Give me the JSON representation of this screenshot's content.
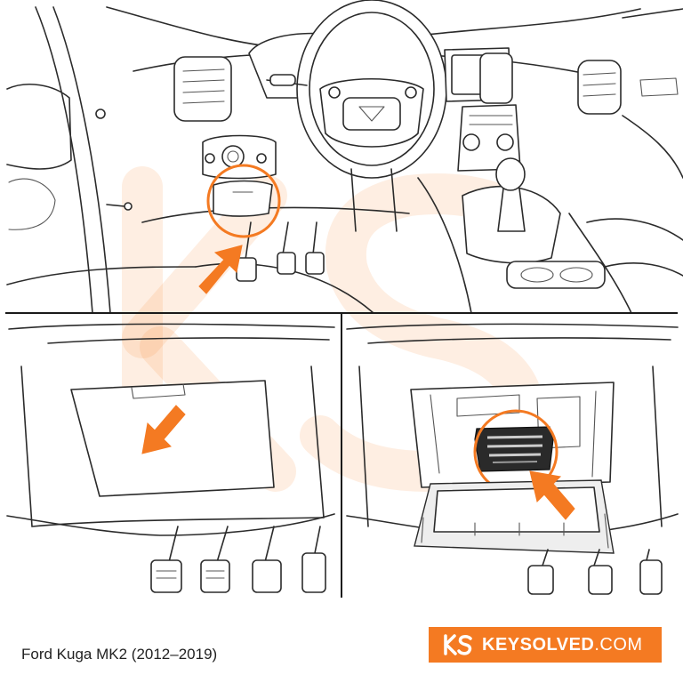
{
  "caption": "Ford Kuga MK2 (2012–2019)",
  "brand": {
    "name": "KEYSOLVED",
    "domain": ".COM",
    "color": "#f47a22"
  },
  "accent_color": "#f47a22",
  "icons": {
    "panel_top": [
      "arrow-up-right-icon",
      "highlight-circle-icon"
    ],
    "panel_bottom_left": [
      "arrow-down-left-icon"
    ],
    "panel_bottom_right": [
      "arrow-up-left-icon",
      "highlight-circle-icon",
      "obd-port-icon"
    ],
    "brand": [
      "ks-logo-icon"
    ]
  }
}
